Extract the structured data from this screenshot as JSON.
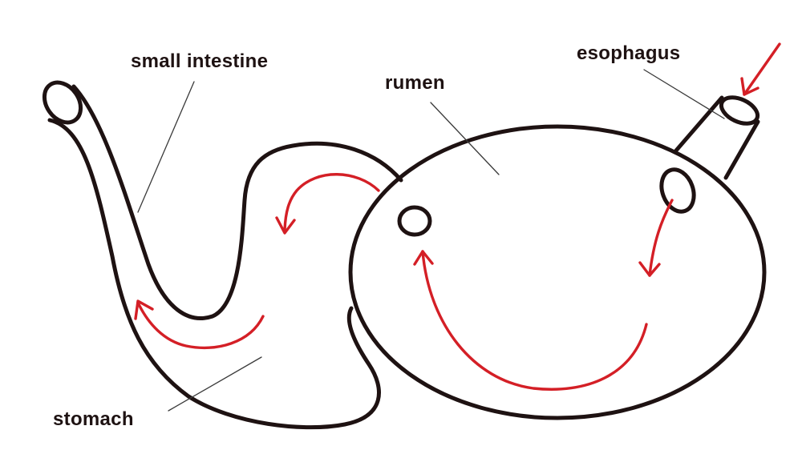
{
  "diagram": {
    "labels": {
      "small_intestine": "small intestine",
      "rumen": "rumen",
      "esophagus": "esophagus",
      "stomach": "stomach"
    },
    "colors": {
      "outline": "#1e1212",
      "label_text": "#1e1212",
      "leader_line": "#3a3a3a",
      "flow_arrow": "#d41f26",
      "background": "#ffffff"
    },
    "arrows": {
      "count": 5,
      "meaning": "direction of food flow"
    }
  }
}
